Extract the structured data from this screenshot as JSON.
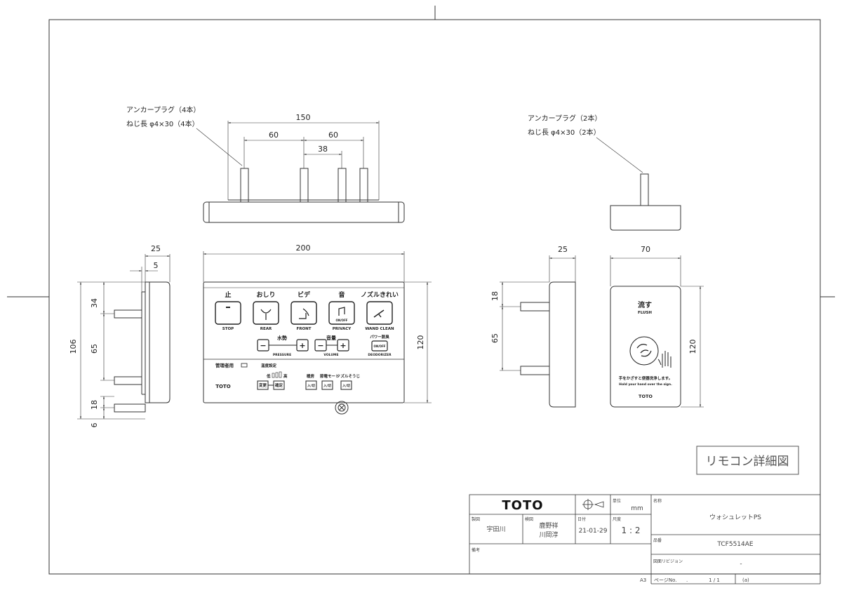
{
  "drawing_title": "リモコン詳細図",
  "notes": {
    "left_anchor_line1": "アンカープラグ（4本）",
    "left_anchor_line2": "ねじ長 φ4×30（4本）",
    "right_anchor_line1": "アンカープラグ（2本）",
    "right_anchor_line2": "ねじ長 φ4×30（2本）"
  },
  "dimensions": {
    "top_width": "150",
    "top_spacing_left": "60",
    "top_spacing_right": "60",
    "top_inner": "38",
    "front_width": "200",
    "front_height": "120",
    "side_depth": "25",
    "side_flange": "5",
    "side_v_34": "34",
    "side_v_106": "106",
    "side_v_65": "65",
    "side_v_18": "18",
    "side_v_6": "6",
    "flush_depth": "25",
    "flush_width": "70",
    "flush_height": "120",
    "flush_v_18": "18",
    "flush_v_65": "65"
  },
  "remote": {
    "buttons": [
      {
        "jp": "止",
        "en": "STOP"
      },
      {
        "jp": "おしり",
        "en": "REAR"
      },
      {
        "jp": "ビデ",
        "en": "FRONT"
      },
      {
        "jp": "音",
        "en": "PRIVACY"
      },
      {
        "jp": "ノズルきれい",
        "en": "WAND CLEAN"
      }
    ],
    "onoff": "ON/OFF",
    "pressure_jp": "水勢",
    "pressure_en": "PRESSURE",
    "volume_jp": "音量",
    "volume_en": "VOLUME",
    "deodorizer_jp": "パワー脱臭",
    "deodorizer_en": "DEODORIZER",
    "minus": "−",
    "plus": "+",
    "admin": "管理者用",
    "temp_setting": "温度設定",
    "low": "低",
    "high": "高",
    "change": "変更",
    "confirm": "確定",
    "heat": "暖房",
    "eco": "節電モード",
    "nozzle_auto": "ノズルそうじ",
    "on_off_jp": "入/切",
    "logo": "TOTO"
  },
  "flush_panel": {
    "jp": "流す",
    "en": "FLUSH",
    "instruction_jp": "手をかざすと便器洗浄します。",
    "instruction_en": "Hold your hand over the sign.",
    "logo": "TOTO"
  },
  "title_block": {
    "logo": "TOTO",
    "unit_label": "単位",
    "unit": "mm",
    "name_label": "名称",
    "name": "ウォシュレットPS",
    "drafted_label": "製図",
    "drafted": "宇田川",
    "checked_label": "検図",
    "checked_1": "鹿野祥",
    "checked_2": "川岡淳",
    "date_label": "日付",
    "date": "21-01-29",
    "scale_label": "尺度",
    "scale": "1 : 2",
    "part_label": "品番",
    "part": "TCF5514AE",
    "remarks_label": "備考",
    "revision_label": "図面リビジョン",
    "revision": "-",
    "sheet_size": "A3",
    "page_label": "ページNo.",
    "page_dot": ".",
    "page": "1 / 1",
    "version": "(a)"
  }
}
